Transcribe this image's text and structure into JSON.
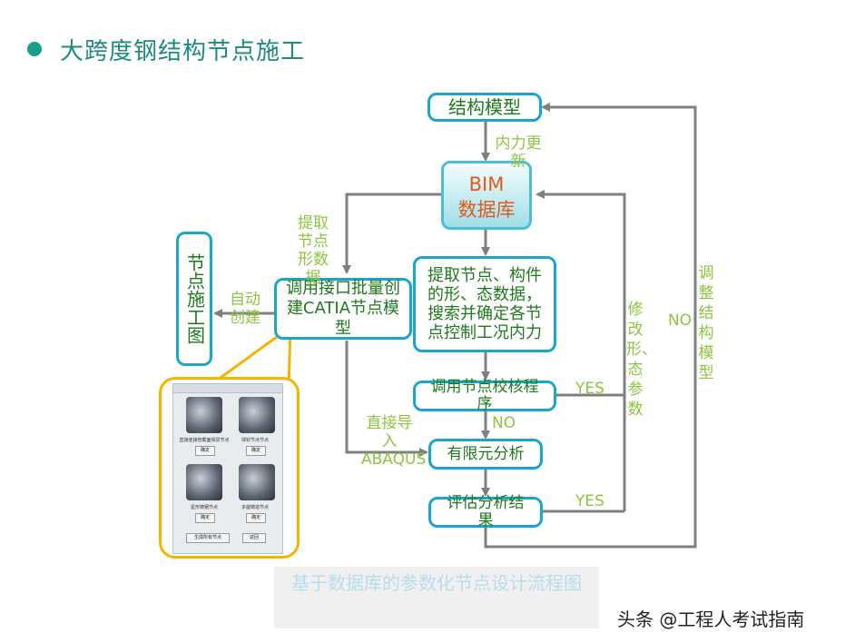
{
  "title": "大跨度钢结构节点施工",
  "nodes": {
    "structure_model": "结构模型",
    "bim_line1": "BIM",
    "bim_line2": "数据库",
    "extract": "提取节点、构件的形、态数据，搜索并确定各节点控制工况内力",
    "catia": "调用接口批量创建CATIA节点模型",
    "node_drawing": "节点施工图",
    "check": "调用节点校核程序",
    "fea": "有限元分析",
    "evaluate": "评估分析结果"
  },
  "labels": {
    "internal_force_update": "内力更新",
    "extract_node_data": "提取节点形数据",
    "auto_create": "自动创建",
    "import_abaqus": "直接导入ABAQUS",
    "yes_1": "YES",
    "no_1": "NO",
    "yes_2": "YES",
    "no_2": "NO",
    "modify_shape": "修改形、态参数",
    "adjust_model": "调整结构模型"
  },
  "screenshot": {
    "cap1": "直接连接管截面相贯节点",
    "cap2": "球铰节点节点",
    "cap3": "星形铸钢节点",
    "cap4": "多腿铸造节点",
    "ok": "确定",
    "generate_all": "生成所有节点",
    "back": "返回"
  },
  "caption": "基于数据库的参数化节点设计流程图",
  "watermark": "头条 @工程人考试指南",
  "colors": {
    "box_border": "#1aa6c8",
    "node_text": "#1f7a1f",
    "label_text": "#8cc63f",
    "arrow": "#7f7f7f",
    "bim_text": "#e05a1a",
    "highlight_frame": "#f5b400"
  }
}
